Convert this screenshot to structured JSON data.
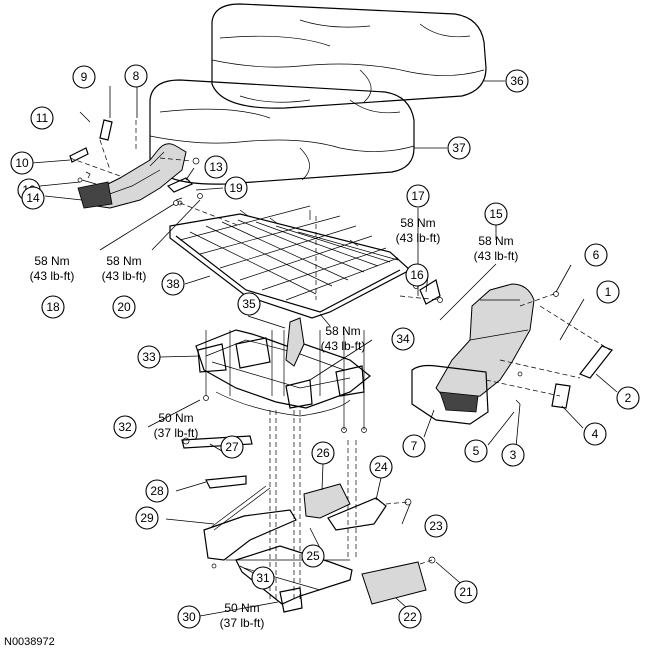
{
  "figure_id": "N0038972",
  "callouts": [
    {
      "num": "1"
    },
    {
      "num": "2"
    },
    {
      "num": "3"
    },
    {
      "num": "4"
    },
    {
      "num": "5"
    },
    {
      "num": "6"
    },
    {
      "num": "7"
    },
    {
      "num": "8"
    },
    {
      "num": "9"
    },
    {
      "num": "10"
    },
    {
      "num": "11"
    },
    {
      "num": "12"
    },
    {
      "num": "13"
    },
    {
      "num": "14"
    },
    {
      "num": "15"
    },
    {
      "num": "16"
    },
    {
      "num": "17"
    },
    {
      "num": "18"
    },
    {
      "num": "19"
    },
    {
      "num": "20"
    },
    {
      "num": "21"
    },
    {
      "num": "22"
    },
    {
      "num": "23"
    },
    {
      "num": "24"
    },
    {
      "num": "25"
    },
    {
      "num": "26"
    },
    {
      "num": "27"
    },
    {
      "num": "28"
    },
    {
      "num": "29"
    },
    {
      "num": "30"
    },
    {
      "num": "31"
    },
    {
      "num": "32"
    },
    {
      "num": "33"
    },
    {
      "num": "34"
    },
    {
      "num": "35"
    },
    {
      "num": "36"
    },
    {
      "num": "37"
    },
    {
      "num": "38"
    }
  ],
  "torque_specs": {
    "t15": {
      "nm": "58 Nm",
      "lbft": "(43 lb-ft)"
    },
    "t17": {
      "nm": "58 Nm",
      "lbft": "(43 lb-ft)"
    },
    "t18": {
      "nm": "58 Nm",
      "lbft": "(43 lb-ft)"
    },
    "t20": {
      "nm": "58 Nm",
      "lbft": "(43 lb-ft)"
    },
    "t34": {
      "nm": "58 Nm",
      "lbft": "(43 lb-ft)"
    },
    "t32": {
      "nm": "50 Nm",
      "lbft": "(37 lb-ft)"
    },
    "t30": {
      "nm": "50 Nm",
      "lbft": "(37 lb-ft)"
    }
  }
}
